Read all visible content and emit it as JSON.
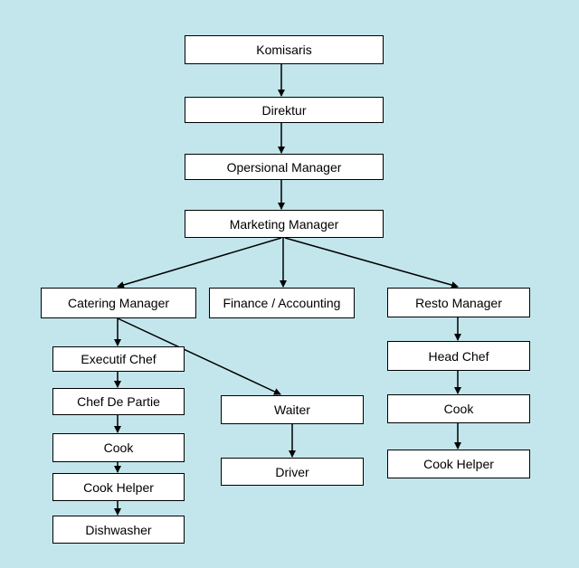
{
  "org_chart": {
    "komisaris": "Komisaris",
    "direktur": "Direktur",
    "opersional_manager": "Opersional Manager",
    "marketing_manager": "Marketing Manager",
    "catering_manager": "Catering Manager",
    "finance_accounting": "Finance / Accounting",
    "resto_manager": "Resto Manager",
    "executif_chef": "Executif Chef",
    "chef_de_partie": "Chef De Partie",
    "cook_catering": "Cook",
    "cook_helper_catering": "Cook Helper",
    "dishwasher": "Dishwasher",
    "waiter": "Waiter",
    "driver": "Driver",
    "head_chef": "Head Chef",
    "cook_resto": "Cook",
    "cook_helper_resto": "Cook Helper"
  },
  "colors": {
    "background": "#c2e6ec",
    "box_fill": "#ffffff",
    "line": "#000000"
  }
}
